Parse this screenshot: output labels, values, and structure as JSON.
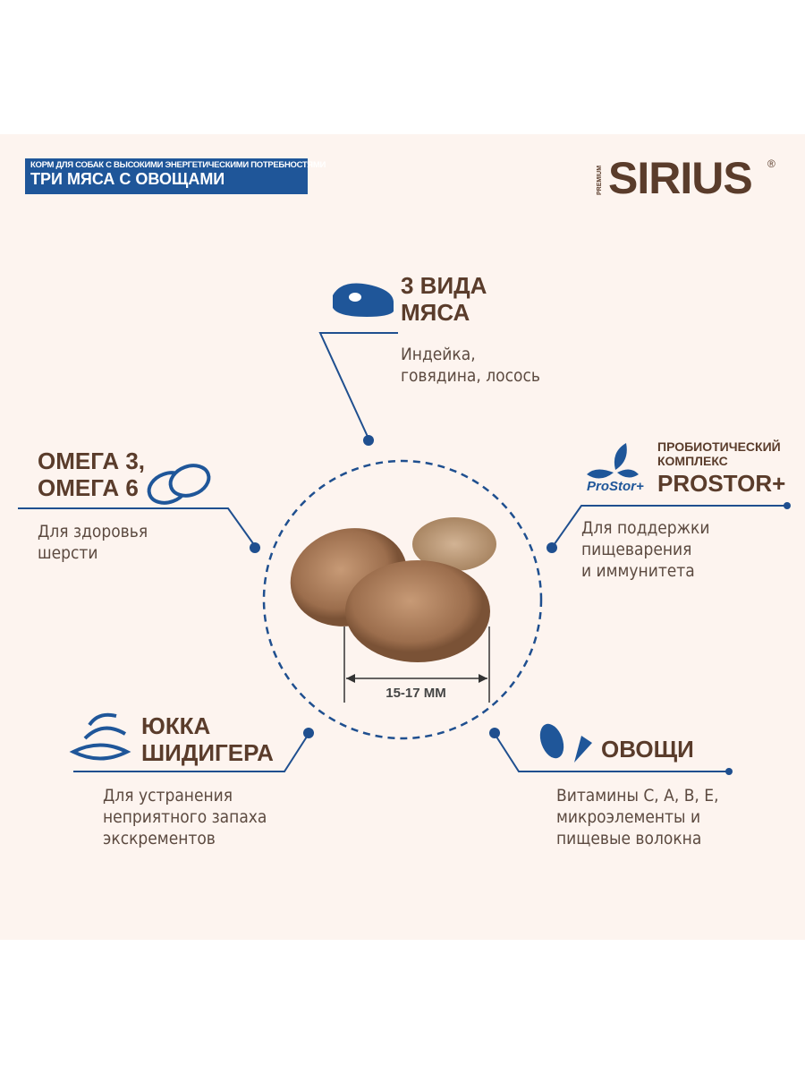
{
  "banner": {
    "subtitle": "КОРМ ДЛЯ СОБАК С ВЫСОКИМИ ЭНЕРГЕТИЧЕСКИМИ ПОТРЕБНОСТЯМИ",
    "title": "ТРИ МЯСА С ОВОЩАМИ"
  },
  "logo": {
    "brand": "SIRIUS",
    "premium": "PREMIUM",
    "reg": "®"
  },
  "features": {
    "meat": {
      "title1": "3 ВИДА",
      "title2": "МЯСА",
      "text1": "Индейка,",
      "text2": "говядина, лосось"
    },
    "omega": {
      "title1": "ОМЕГА 3,",
      "title2": "ОМЕГА 6",
      "text1": "Для здоровья",
      "text2": "шерсти"
    },
    "prostor": {
      "logo": "ProStor+",
      "sub1": "ПРОБИОТИЧЕСКИЙ",
      "sub2": "КОМПЛЕКС",
      "title": "PROSTOR+",
      "text1": "Для поддержки пищеварения",
      "text2": "и иммунитета"
    },
    "yucca": {
      "title1": "ЮККА",
      "title2": "ШИДИГЕРА",
      "text1": "Для устранения",
      "text2": "неприятного запаха",
      "text3": "экскрементов"
    },
    "veg": {
      "title": "ОВОЩИ",
      "text1": "Витамины С, А, В, Е,",
      "text2": "микроэлементы и",
      "text3": "пищевые волокна"
    }
  },
  "kibble": {
    "size": "15-17 ММ"
  },
  "colors": {
    "blue": "#1f5699",
    "brown": "#5a3c2b"
  }
}
